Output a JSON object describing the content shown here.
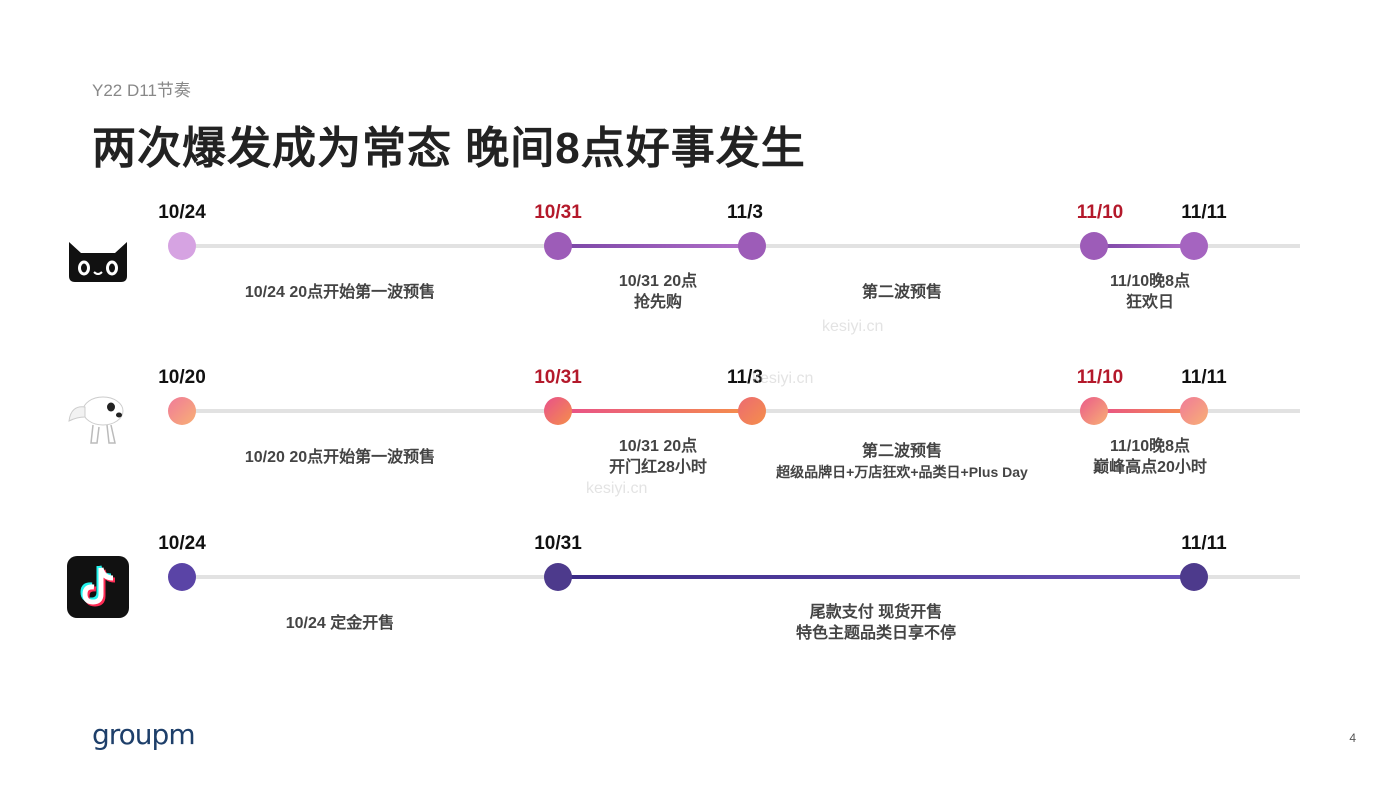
{
  "header": {
    "subtitle": "Y22 D11节奏",
    "title": "两次爆发成为常态 晚间8点好事发生"
  },
  "rows": [
    {
      "platform_icon": "tmall-cat-icon",
      "dates": [
        "10/24",
        "10/31",
        "11/3",
        "11/10",
        "11/11"
      ],
      "labels": {
        "a": "10/24 20点开始第一波预售",
        "b1": "10/31 20点",
        "b2": "抢先购",
        "c": "第二波预售",
        "d1": "11/10晚8点",
        "d2": "狂欢日"
      }
    },
    {
      "platform_icon": "jd-dog-icon",
      "dates": [
        "10/20",
        "10/31",
        "11/3",
        "11/10",
        "11/11"
      ],
      "labels": {
        "a": "10/20 20点开始第一波预售",
        "b1": "10/31 20点",
        "b2": "开门红28小时",
        "c1": "第二波预售",
        "c2": "超级品牌日+万店狂欢+品类日+Plus Day",
        "d1": "11/10晚8点",
        "d2": "巅峰高点20小时"
      }
    },
    {
      "platform_icon": "douyin-note-icon",
      "dates": [
        "10/24",
        "10/31",
        "11/11"
      ],
      "labels": {
        "a": "10/24 定金开售",
        "b1": "尾款支付 现货开售",
        "b2": "特色主题品类日享不停"
      }
    }
  ],
  "colors": {
    "tmall_dot": "#9d5cb8",
    "jd_dot_start": "#e8508a",
    "jd_dot_end": "#f58f4a",
    "douyin_dot": "#4d3a8c",
    "red_date": "#b4192b"
  },
  "watermark": "kesiyi.cn",
  "footer": {
    "brand": "groupm",
    "page": "4"
  }
}
